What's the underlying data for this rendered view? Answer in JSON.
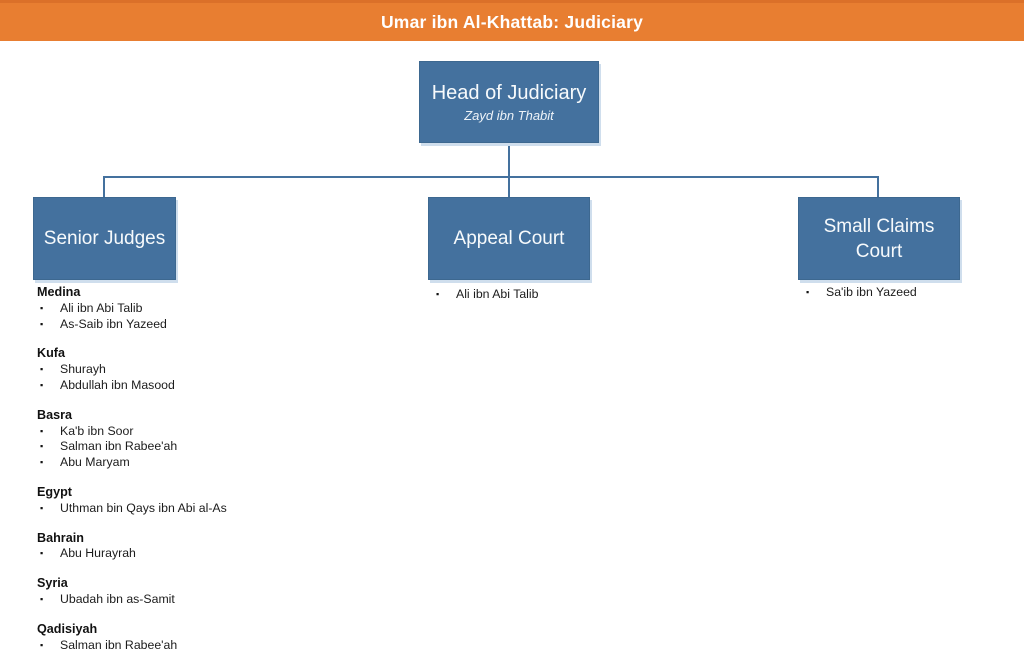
{
  "header": {
    "title": "Umar ibn Al-Khattab: Judiciary"
  },
  "colors": {
    "header_orange": "#E87E31",
    "box_blue": "#44719E",
    "box_border": "#3d6890",
    "box_shadow": "#cfdeed",
    "connector_blue": "#44719E",
    "text_on_blue": "#f7fafc",
    "body_text": "#1c1c1c"
  },
  "org": {
    "root": {
      "title": "Head of Judiciary",
      "subtitle": "Zayd ibn Thabit"
    },
    "branches": [
      {
        "id": "senior-judges",
        "title": "Senior Judges",
        "members": []
      },
      {
        "id": "appeal-court",
        "title": "Appeal Court",
        "members": [
          "Ali ibn Abi Talib"
        ]
      },
      {
        "id": "small-claims-court",
        "title": "Small Claims Court",
        "members": [
          "Sa'ib ibn Yazeed"
        ]
      }
    ],
    "senior_judges_regions": [
      {
        "region": "Medina",
        "members": [
          "Ali ibn Abi Talib",
          "As-Saib ibn Yazeed"
        ]
      },
      {
        "region": "Kufa",
        "members": [
          "Shurayh",
          "Abdullah ibn Masood"
        ]
      },
      {
        "region": "Basra",
        "members": [
          "Ka'b ibn Soor",
          "Salman ibn Rabee'ah",
          "Abu Maryam"
        ]
      },
      {
        "region": "Egypt",
        "members": [
          "Uthman bin Qays ibn Abi al-As"
        ]
      },
      {
        "region": "Bahrain",
        "members": [
          "Abu Hurayrah"
        ]
      },
      {
        "region": "Syria",
        "members": [
          "Ubadah ibn as-Samit"
        ]
      },
      {
        "region": "Qadisiyah",
        "members": [
          "Salman ibn Rabee'ah"
        ]
      }
    ]
  }
}
